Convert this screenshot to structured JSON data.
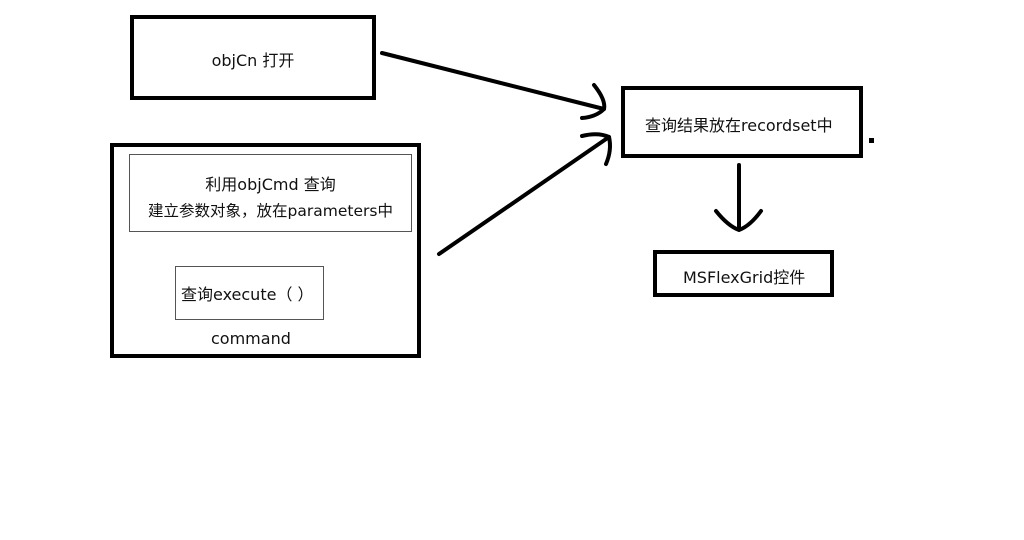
{
  "nodes": {
    "connection": {
      "label": "objCn 打开"
    },
    "command": {
      "caption": "command",
      "params_box": {
        "line1": "利用objCmd 查询",
        "line2": "建立参数对象，放在parameters中"
      },
      "execute_box": {
        "label": "查询execute（ ）"
      }
    },
    "recordset": {
      "label": "查询结果放在recordset中"
    },
    "grid": {
      "label": "MSFlexGrid控件"
    }
  },
  "edges": [
    {
      "from": "connection",
      "to": "recordset"
    },
    {
      "from": "command",
      "to": "recordset"
    },
    {
      "from": "recordset",
      "to": "grid"
    }
  ]
}
